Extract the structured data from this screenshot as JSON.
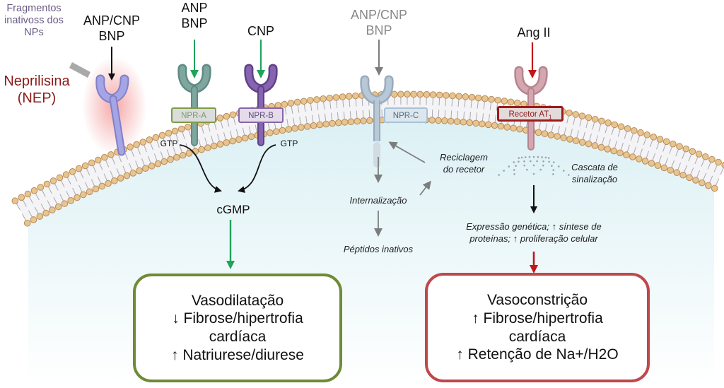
{
  "colors": {
    "nep_red": "#8b1a1a",
    "fragments_purple": "#6b5b86",
    "green_arrow": "#1fa35a",
    "red_arrow": "#c0171b",
    "npr_a": "#6f9a93",
    "npr_b": "#7a5aa0",
    "npr_c": "#a9bccd",
    "at1": "#c99aa6",
    "nep_receptor": "#9c9cda",
    "box_left_border": "#6f8b35",
    "box_right_border": "#c0474b",
    "lipid_head": "#e8c48e"
  },
  "labels": {
    "fragments": [
      "Fragmentos",
      "inativoss dos",
      "NPs"
    ],
    "neprilisina": [
      "Neprilisina",
      "(NEP)"
    ],
    "ligand_nep": [
      "ANP/CNP",
      "BNP"
    ],
    "ligand_npra": [
      "ANP",
      "BNP"
    ],
    "ligand_nprb": "CNP",
    "ligand_nprc": [
      "ANP/CNP",
      "BNP"
    ],
    "ligand_at1": "Ang II",
    "gtp_left": "GTP",
    "gtp_right": "GTP",
    "cgmp": "cGMP",
    "internalizacao": "Internalização",
    "peptidos": "Péptidos inativos",
    "reciclagem": [
      "Reciclagem",
      "do recetor"
    ],
    "cascata": [
      "Cascata de",
      "sinalização"
    ],
    "expressao": [
      "Expressão genética; ↑ síntese de",
      "proteínas; ↑ proliferação celular"
    ]
  },
  "receptors": {
    "npr_a": "NPR-A",
    "npr_b": "NPR-B",
    "npr_c": "NPR-C",
    "at1": "Recetor AT",
    "at1_sub": "1"
  },
  "boxes": {
    "left": [
      "Vasodilatação",
      "↓ Fibrose/hipertrofia",
      "cardíaca",
      "↑ Natriurese/diurese"
    ],
    "right": [
      "Vasoconstrição",
      "↑ Fibrose/hipertrofia",
      "cardíaca",
      "↑ Retenção de Na+/H2O"
    ]
  }
}
